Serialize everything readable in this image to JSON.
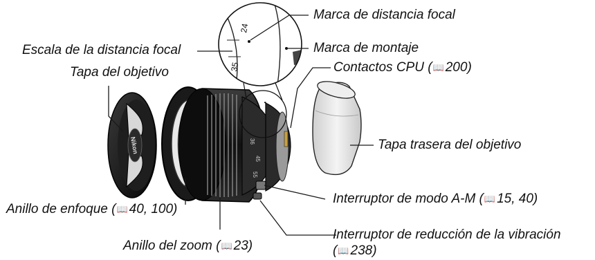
{
  "labels": {
    "focal_length_mark": "Marca de distancia focal",
    "focal_length_scale": "Escala de la distancia focal",
    "mounting_mark": "Marca de montaje",
    "lens_cap": "Tapa del objetivo",
    "cpu_contacts": {
      "text": "Contactos CPU (",
      "ref": "200",
      "close": ")"
    },
    "rear_cap": "Tapa trasera del objetivo",
    "am_switch": {
      "text": "Interruptor de modo A-M (",
      "ref": "15, 40",
      "close": ")"
    },
    "focus_ring": {
      "text": "Anillo de enfoque (",
      "ref": "40, 100",
      "close": ")"
    },
    "vr_switch": "Interruptor de reducción de la vibración",
    "vr_ref": {
      "text": "(",
      "ref": "238",
      "close": ")"
    },
    "zoom_ring": {
      "text": "Anillo del zoom (",
      "ref": "23",
      "close": ")"
    }
  },
  "magnifier": {
    "scale_24": "24",
    "scale_35": "35"
  },
  "lens": {
    "scale_36": "36",
    "scale_45": "45",
    "scale_55": "55",
    "cap_brand": "Nikon"
  },
  "icons": {
    "reference": "book-icon"
  },
  "colors": {
    "ink": "#111111",
    "line": "#1a1a1a",
    "body": "#161616",
    "metal": "#b0b0b0"
  }
}
